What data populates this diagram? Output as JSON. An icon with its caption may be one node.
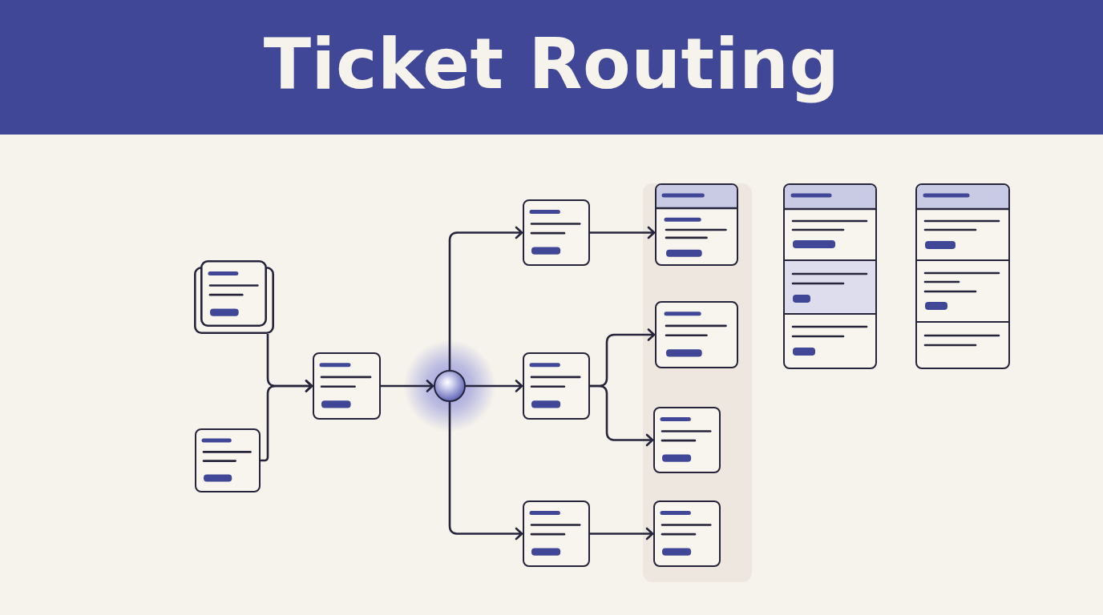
{
  "diagram": {
    "title": "Ticket Routing",
    "nodes": [
      {
        "text": [],
        "shape": "stack"
      },
      {
        "text": [],
        "shape": "card"
      },
      {
        "text": [],
        "shape": "card"
      },
      {
        "text": [],
        "shape": "circle"
      },
      {
        "text": [],
        "shape": "card"
      },
      {
        "text": [],
        "shape": "card"
      },
      {
        "text": [],
        "shape": "card"
      },
      {
        "text": [],
        "shape": "band"
      },
      {
        "text": [],
        "shape": "card",
        "in": 7
      },
      {
        "text": [],
        "shape": "card",
        "in": 7
      },
      {
        "text": [],
        "shape": "card",
        "in": 7
      },
      {
        "text": [],
        "shape": "card",
        "in": 7
      },
      {
        "text": [],
        "shape": "panel"
      },
      {
        "text": [],
        "shape": "panel"
      }
    ],
    "edges": [
      {
        "from": 0,
        "to": 2,
        "arrow": "to"
      },
      {
        "from": 1,
        "to": 2,
        "arrow": "to"
      },
      {
        "from": 2,
        "to": 3,
        "arrow": "to"
      },
      {
        "from": 3,
        "to": 4,
        "arrow": "to"
      },
      {
        "from": 3,
        "to": 5,
        "arrow": "to"
      },
      {
        "from": 3,
        "to": 6,
        "arrow": "to"
      },
      {
        "from": 4,
        "to": 8,
        "arrow": "to"
      },
      {
        "from": 5,
        "to": 9,
        "arrow": "to"
      },
      {
        "from": 5,
        "to": 10,
        "arrow": "to"
      },
      {
        "from": 6,
        "to": 11,
        "arrow": "to"
      }
    ]
  }
}
